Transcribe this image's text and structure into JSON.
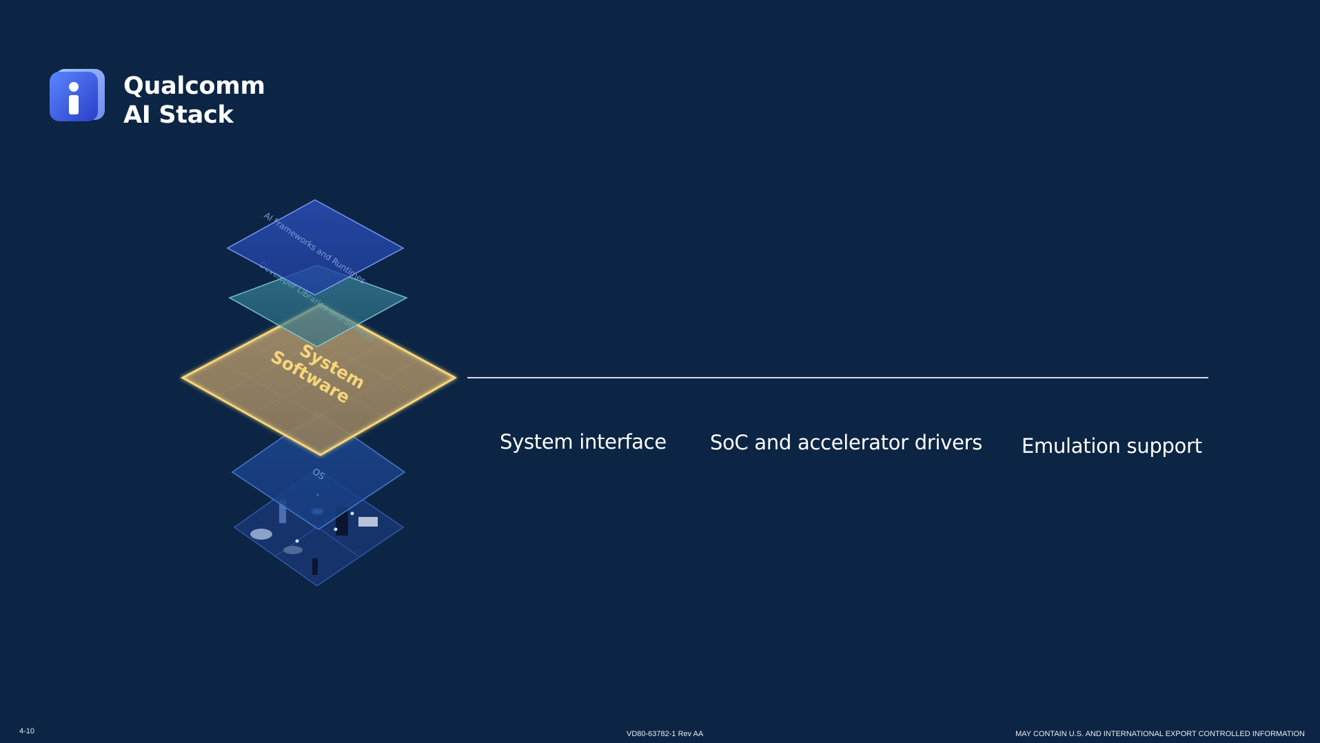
{
  "brand": {
    "line1": "Qualcomm",
    "line2": "AI Stack"
  },
  "stack": {
    "layers": [
      {
        "label": "AI Frameworks and Runtimes"
      },
      {
        "label": "Developer Libraries and Services"
      },
      {
        "label_line1": "System",
        "label_line2": "Software",
        "highlighted": true
      },
      {
        "label": "OS"
      }
    ]
  },
  "features": [
    "System interface",
    "SoC and accelerator drivers",
    "Emulation support"
  ],
  "footer": {
    "page": "4-10",
    "doc_id": "VD80-63782-1 Rev AA",
    "notice": "MAY CONTAIN U.S. AND INTERNATIONAL EXPORT CONTROLLED INFORMATION"
  },
  "colors": {
    "background": "#0c2544",
    "highlight": "#f5d67a",
    "logo_blue": "#3b63e6"
  }
}
